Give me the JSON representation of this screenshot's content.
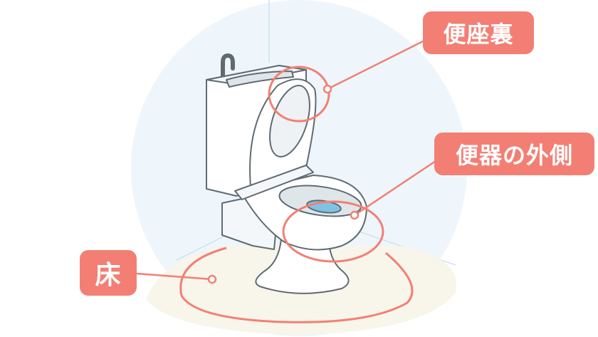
{
  "labels": {
    "toilet_seat_back": "便座裏",
    "bowl_outside": "便器の外側",
    "floor": "床"
  },
  "colors": {
    "accent": "#f37f74",
    "background_circle": "#eef6fb",
    "floor": "#f8f5ea",
    "outline": "#5f6b73",
    "water": "#7fc2e6"
  }
}
